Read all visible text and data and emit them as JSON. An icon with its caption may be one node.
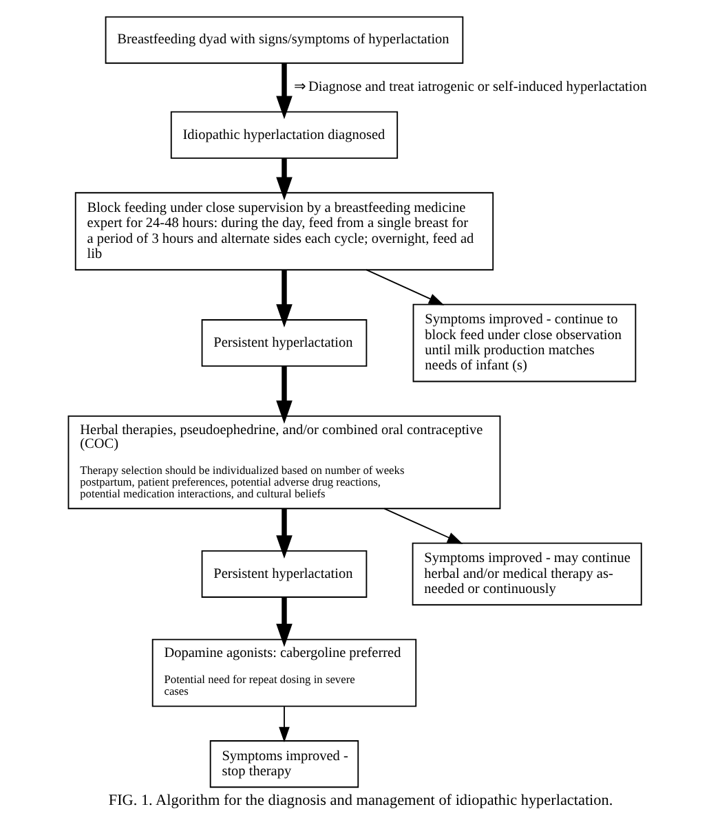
{
  "diagram": {
    "caption": "FIG. 1. Algorithm for the diagnosis and management of idiopathic hyperlactation.",
    "nodes": [
      {
        "text": [
          "Breastfeeding dyad with signs/symptoms of hyperlactation"
        ]
      },
      {
        "text": [
          "Idiopathic hyperlactation diagnosed"
        ]
      },
      {
        "text": [
          "Block feeding under close supervision by a breastfeeding medicine expert for 24-48 hours: during the day, feed from a single breast for a period of 3 hours and alternate sides each cycle; overnight, feed ad lib"
        ]
      },
      {
        "text": [
          "Persistent hyperlactation"
        ]
      },
      {
        "text": [
          "Symptoms improved - continue to block feed under close observation until milk production matches needs of infant (s)"
        ]
      },
      {
        "text": [
          "Herbal therapies, pseudoephedrine, and/or combined oral contraceptive (COC)",
          "Therapy selection should be individualized based on number of weeks postpartum, patient preferences, potential adverse drug reactions, potential medication interactions, and cultural beliefs"
        ]
      },
      {
        "text": [
          "Persistent hyperlactation"
        ]
      },
      {
        "text": [
          "Symptoms improved - may continue herbal and/or medical therapy as-needed or continuously"
        ]
      },
      {
        "text": [
          "Dopamine agonists: cabergoline preferred",
          "Potential need for repeat dosing in severe cases"
        ]
      },
      {
        "text": [
          "Symptoms improved - stop therapy"
        ]
      }
    ],
    "edges": [
      {
        "from": 0,
        "to": 1,
        "arrow": "to",
        "label": "⇒ Diagnose and treat iatrogenic or self-induced hyperlactation"
      },
      {
        "from": 1,
        "to": 2,
        "arrow": "to"
      },
      {
        "from": 2,
        "to": 3,
        "arrow": "to"
      },
      {
        "from": 2,
        "to": 4,
        "arrow": "to"
      },
      {
        "from": 3,
        "to": 5,
        "arrow": "to"
      },
      {
        "from": 5,
        "to": 6,
        "arrow": "to"
      },
      {
        "from": 5,
        "to": 7,
        "arrow": "to"
      },
      {
        "from": 6,
        "to": 8,
        "arrow": "to"
      },
      {
        "from": 8,
        "to": 9,
        "arrow": "to"
      }
    ]
  }
}
